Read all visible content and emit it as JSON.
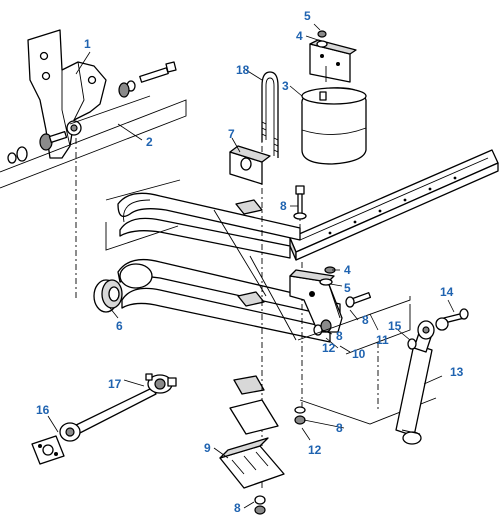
{
  "callouts": [
    {
      "id": "1",
      "text": "1"
    },
    {
      "id": "2",
      "text": "2"
    },
    {
      "id": "3",
      "text": "3"
    },
    {
      "id": "4a",
      "text": "4"
    },
    {
      "id": "4b",
      "text": "4"
    },
    {
      "id": "5a",
      "text": "5"
    },
    {
      "id": "5b",
      "text": "5"
    },
    {
      "id": "6",
      "text": "6"
    },
    {
      "id": "7",
      "text": "7"
    },
    {
      "id": "8a",
      "text": "8"
    },
    {
      "id": "8b",
      "text": "8"
    },
    {
      "id": "8c",
      "text": "8"
    },
    {
      "id": "8d",
      "text": "8"
    },
    {
      "id": "8e",
      "text": "8"
    },
    {
      "id": "9",
      "text": "9"
    },
    {
      "id": "10",
      "text": "10"
    },
    {
      "id": "11",
      "text": "11"
    },
    {
      "id": "12a",
      "text": "12"
    },
    {
      "id": "12b",
      "text": "12"
    },
    {
      "id": "13",
      "text": "13"
    },
    {
      "id": "14",
      "text": "14"
    },
    {
      "id": "15",
      "text": "15"
    },
    {
      "id": "16",
      "text": "16"
    },
    {
      "id": "17",
      "text": "17"
    },
    {
      "id": "18",
      "text": "18"
    }
  ],
  "colors": {
    "callout": "#1f63b0",
    "line": "#000000",
    "shade": "#d8d8d8",
    "background": "#ffffff"
  }
}
